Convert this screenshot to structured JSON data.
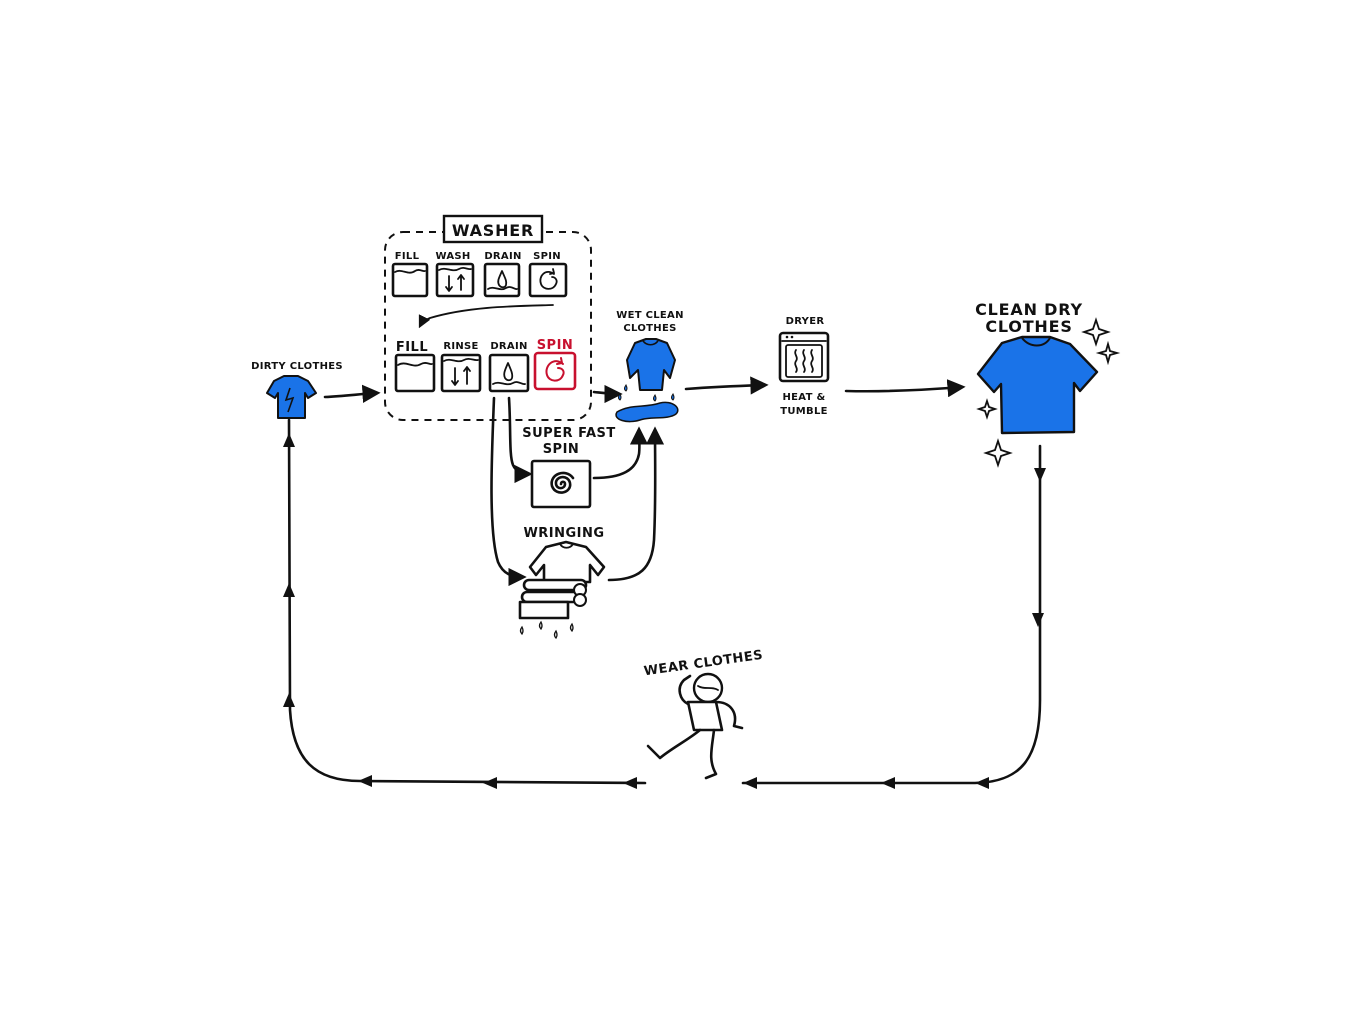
{
  "colors": {
    "shirt": "#1a73e8",
    "ink": "#111111",
    "spin_accent": "#c8102e",
    "background": "#ffffff"
  },
  "washer": {
    "title": "WASHER",
    "row1": [
      "FILL",
      "WASH",
      "DRAIN",
      "SPIN"
    ],
    "row2": [
      "FILL",
      "RINSE",
      "DRAIN",
      "SPIN"
    ]
  },
  "nodes": {
    "dirty_clothes": "DIRTY CLOTHES",
    "wet_clean_line1": "WET CLEAN",
    "wet_clean_line2": "CLOTHES",
    "super_fast_line1": "SUPER FAST",
    "super_fast_line2": "SPIN",
    "wringing": "WRINGING",
    "dryer": "DRYER",
    "dryer_caption_line1": "HEAT &",
    "dryer_caption_line2": "TUMBLE",
    "clean_dry_line1": "CLEAN DRY",
    "clean_dry_line2": "CLOTHES",
    "wear_clothes": "WEAR CLOTHES"
  },
  "icons": [
    "washer-fill-icon",
    "washer-wash-icon",
    "washer-drain-icon",
    "washer-spin-icon",
    "dryer-icon",
    "spiral-icon",
    "shirt-icon",
    "sparkle-icon",
    "running-person-icon",
    "wringer-icon"
  ]
}
